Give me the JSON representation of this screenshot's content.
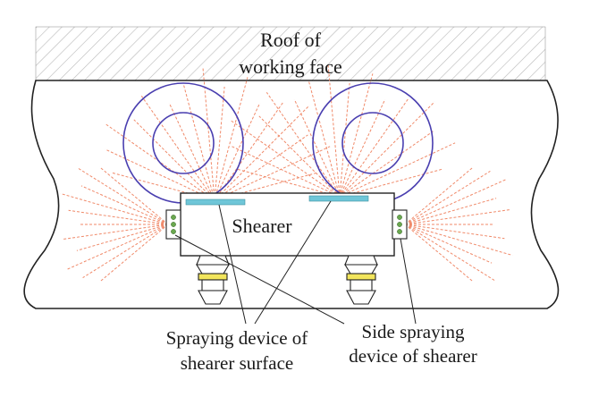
{
  "labels": {
    "roof_line1": "Roof of",
    "roof_line2": "working face",
    "shearer": "Shearer",
    "surface_spray_line1": "Spraying device of",
    "surface_spray_line2": "shearer surface",
    "side_spray_line1": "Side spraying",
    "side_spray_line2": "device of shearer"
  },
  "colors": {
    "spray_lines": "#f08a6a",
    "drum_circles": "#4a3fb0",
    "spray_device": "#6fc6d8",
    "nozzle": "#6aa84f",
    "hydraulic_band": "#f2e55c",
    "outline": "#222222",
    "hatch": "#b8b8b8"
  }
}
